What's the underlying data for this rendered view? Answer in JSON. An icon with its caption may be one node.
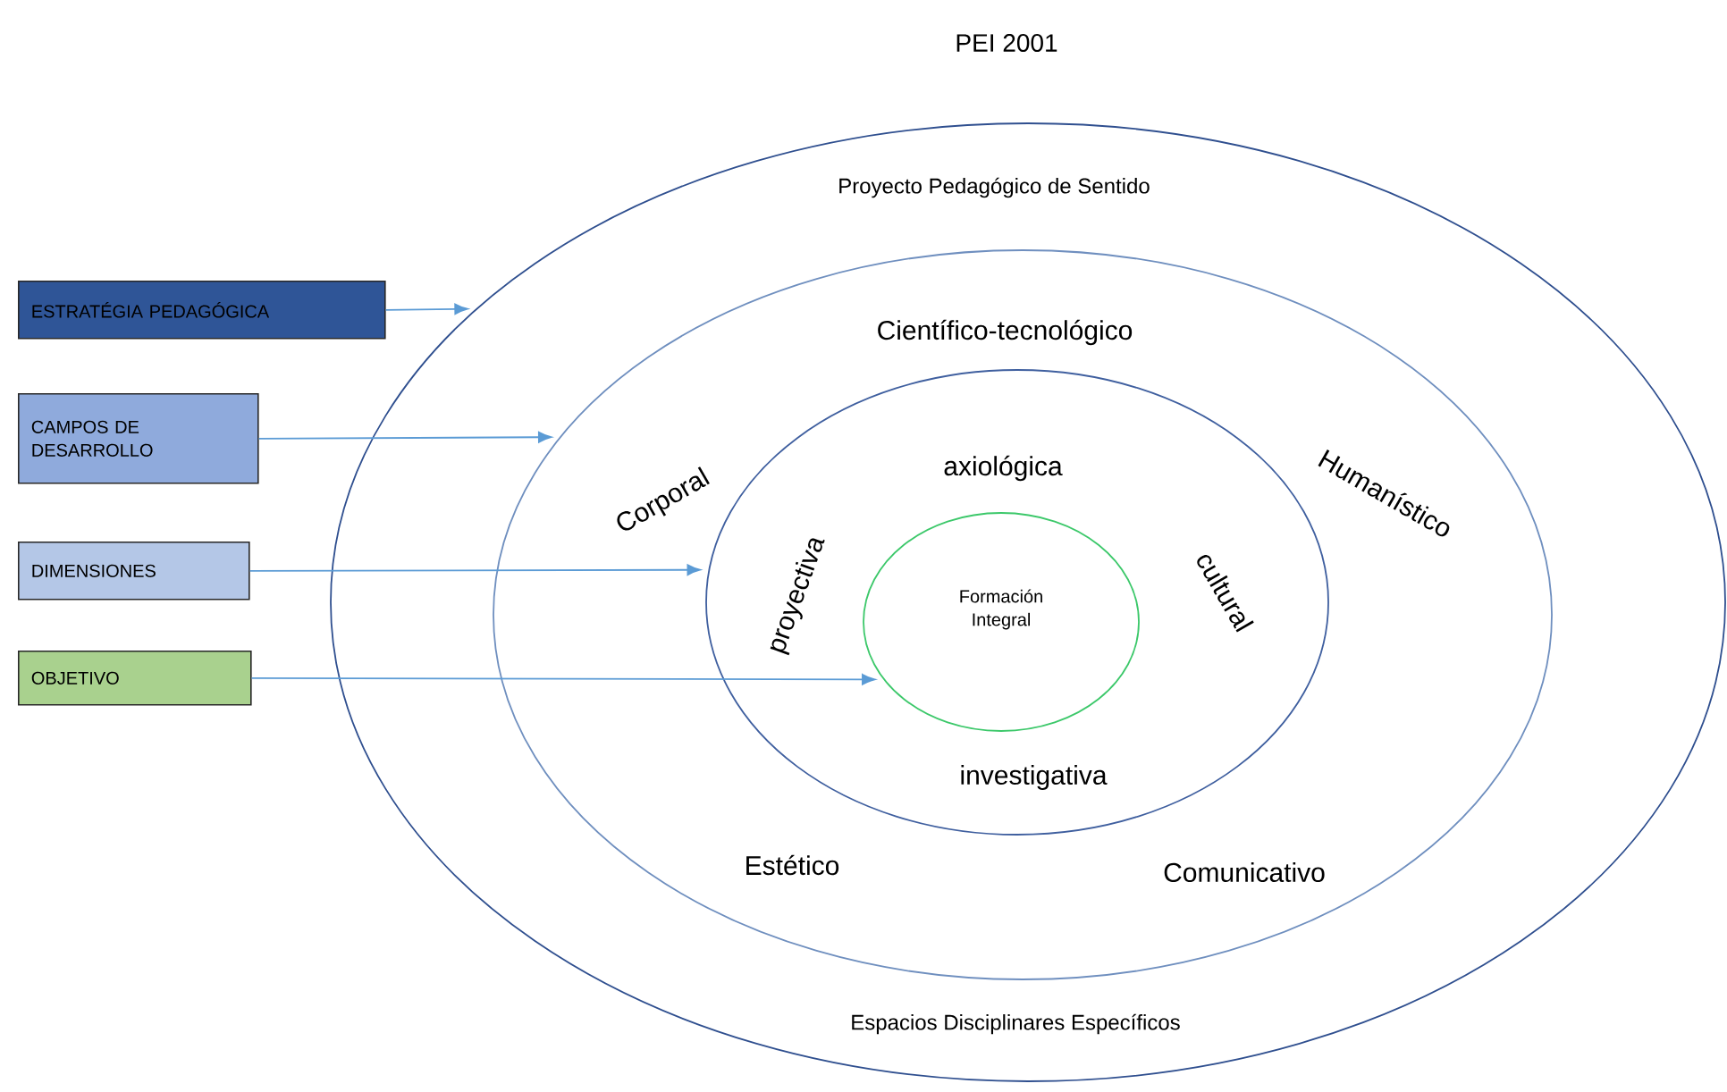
{
  "diagram": {
    "title": "PEI 2001",
    "nodes": [
      {
        "text": [
          "ESTRATÉGIA PEDAGÓGICA"
        ]
      },
      {
        "text": [
          "CAMPOS DE DESARROLLO"
        ]
      },
      {
        "text": [
          "DIMENSIONES"
        ]
      },
      {
        "text": [
          "OBJETIVO"
        ]
      },
      {
        "text": [
          "Proyecto Pedagógico de Sentido",
          "Espacios Disciplinares Específicos"
        ]
      },
      {
        "text": [
          "Científico-tecnológico",
          "Humanístico",
          "Comunicativo",
          "Estético",
          "Corporal"
        ],
        "in": 4
      },
      {
        "text": [
          "axiológica",
          "cultural",
          "investigativa",
          "proyectiva"
        ],
        "in": 5
      },
      {
        "text": [
          "Formación Integral"
        ],
        "in": 6
      }
    ],
    "edges": [
      {
        "from": 0,
        "to": 4,
        "arrow": "to"
      },
      {
        "from": 1,
        "to": 5,
        "arrow": "to"
      },
      {
        "from": 2,
        "to": 6,
        "arrow": "to"
      },
      {
        "from": 3,
        "to": 7,
        "arrow": "to"
      }
    ]
  }
}
